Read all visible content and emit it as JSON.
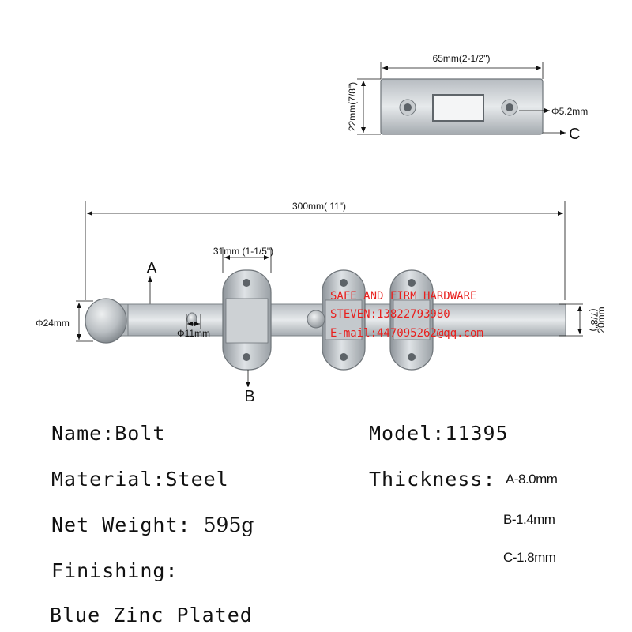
{
  "strike_plate": {
    "width_label": "65mm(2-1/2\")",
    "height_label": "22mm(7/8\")",
    "hole_label": "Φ5.2mm",
    "callout": "C"
  },
  "bolt": {
    "length_label": "300mm( 11\")",
    "bracket_label": "31mm (1-1/5\")",
    "knob_label": "Φ24mm",
    "stud_label": "Φ11mm",
    "end_label_inch": "(7/8\")",
    "end_label_mm": "20mm",
    "callout_a": "A",
    "callout_b": "B"
  },
  "watermark": {
    "line1": "SAFE AND FIRM HARDWARE",
    "line2": "STEVEN:13822793980",
    "line3": "E-mail:447095262@qq.com"
  },
  "specs": {
    "name": "Name:Bolt",
    "model_label": "Model:",
    "model_value": "11395",
    "material": "Material:Steel",
    "thickness_label": "Thickness:",
    "thickness_a": "A-8.0mm",
    "thickness_b": "B-1.4mm",
    "thickness_c": "C-1.8mm",
    "weight_label": "Net Weight:",
    "weight_value": "595g",
    "finishing_label": "Finishing:",
    "finishing_value": "Blue Zinc Plated"
  }
}
